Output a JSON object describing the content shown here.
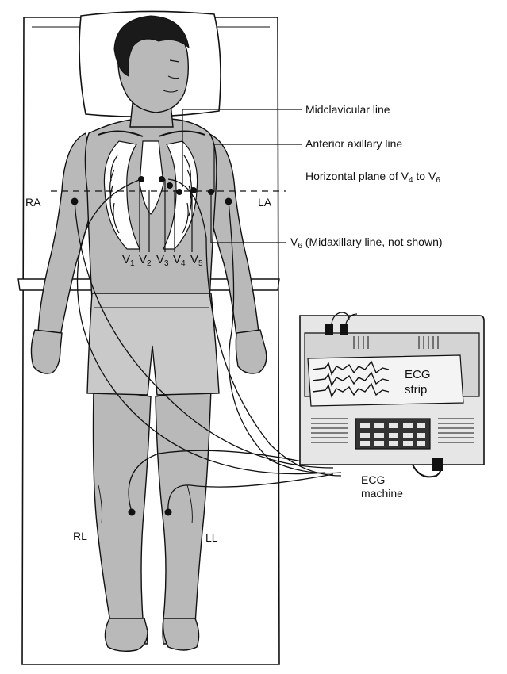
{
  "labels": {
    "midclavicular": "Midclavicular line",
    "anterior_axillary": "Anterior axillary line",
    "horizontal_plane_prefix": "Horizontal plane of V",
    "horizontal_plane_sub1": "4",
    "horizontal_plane_mid": " to V",
    "horizontal_plane_sub2": "6",
    "v6_prefix": "V",
    "v6_sub": "6",
    "v6_suffix": " (Midaxillary line, not shown)",
    "ra": "RA",
    "la": "LA",
    "rl": "RL",
    "ll": "LL",
    "ecg_strip_line1": "ECG",
    "ecg_strip_line2": "strip",
    "ecg_machine_line1": "ECG",
    "ecg_machine_line2": "machine"
  },
  "precordial_leads": [
    {
      "letter": "V",
      "sub": "1"
    },
    {
      "letter": "V",
      "sub": "2"
    },
    {
      "letter": "V",
      "sub": "3"
    },
    {
      "letter": "V",
      "sub": "4"
    },
    {
      "letter": "V",
      "sub": "5"
    }
  ],
  "colors": {
    "skin": "#b9b9b9",
    "skin_dark": "#9a9a9a",
    "shorts": "#c9c9c9",
    "hair": "#1a1a1a",
    "bed": "#ffffff",
    "machine": "#e6e6e6",
    "screen": "#d4d4d4",
    "outline": "#111111"
  },
  "icons": {
    "electrode": "filled-dot",
    "machine": "ecg-machine",
    "patient": "patient-on-bed"
  }
}
